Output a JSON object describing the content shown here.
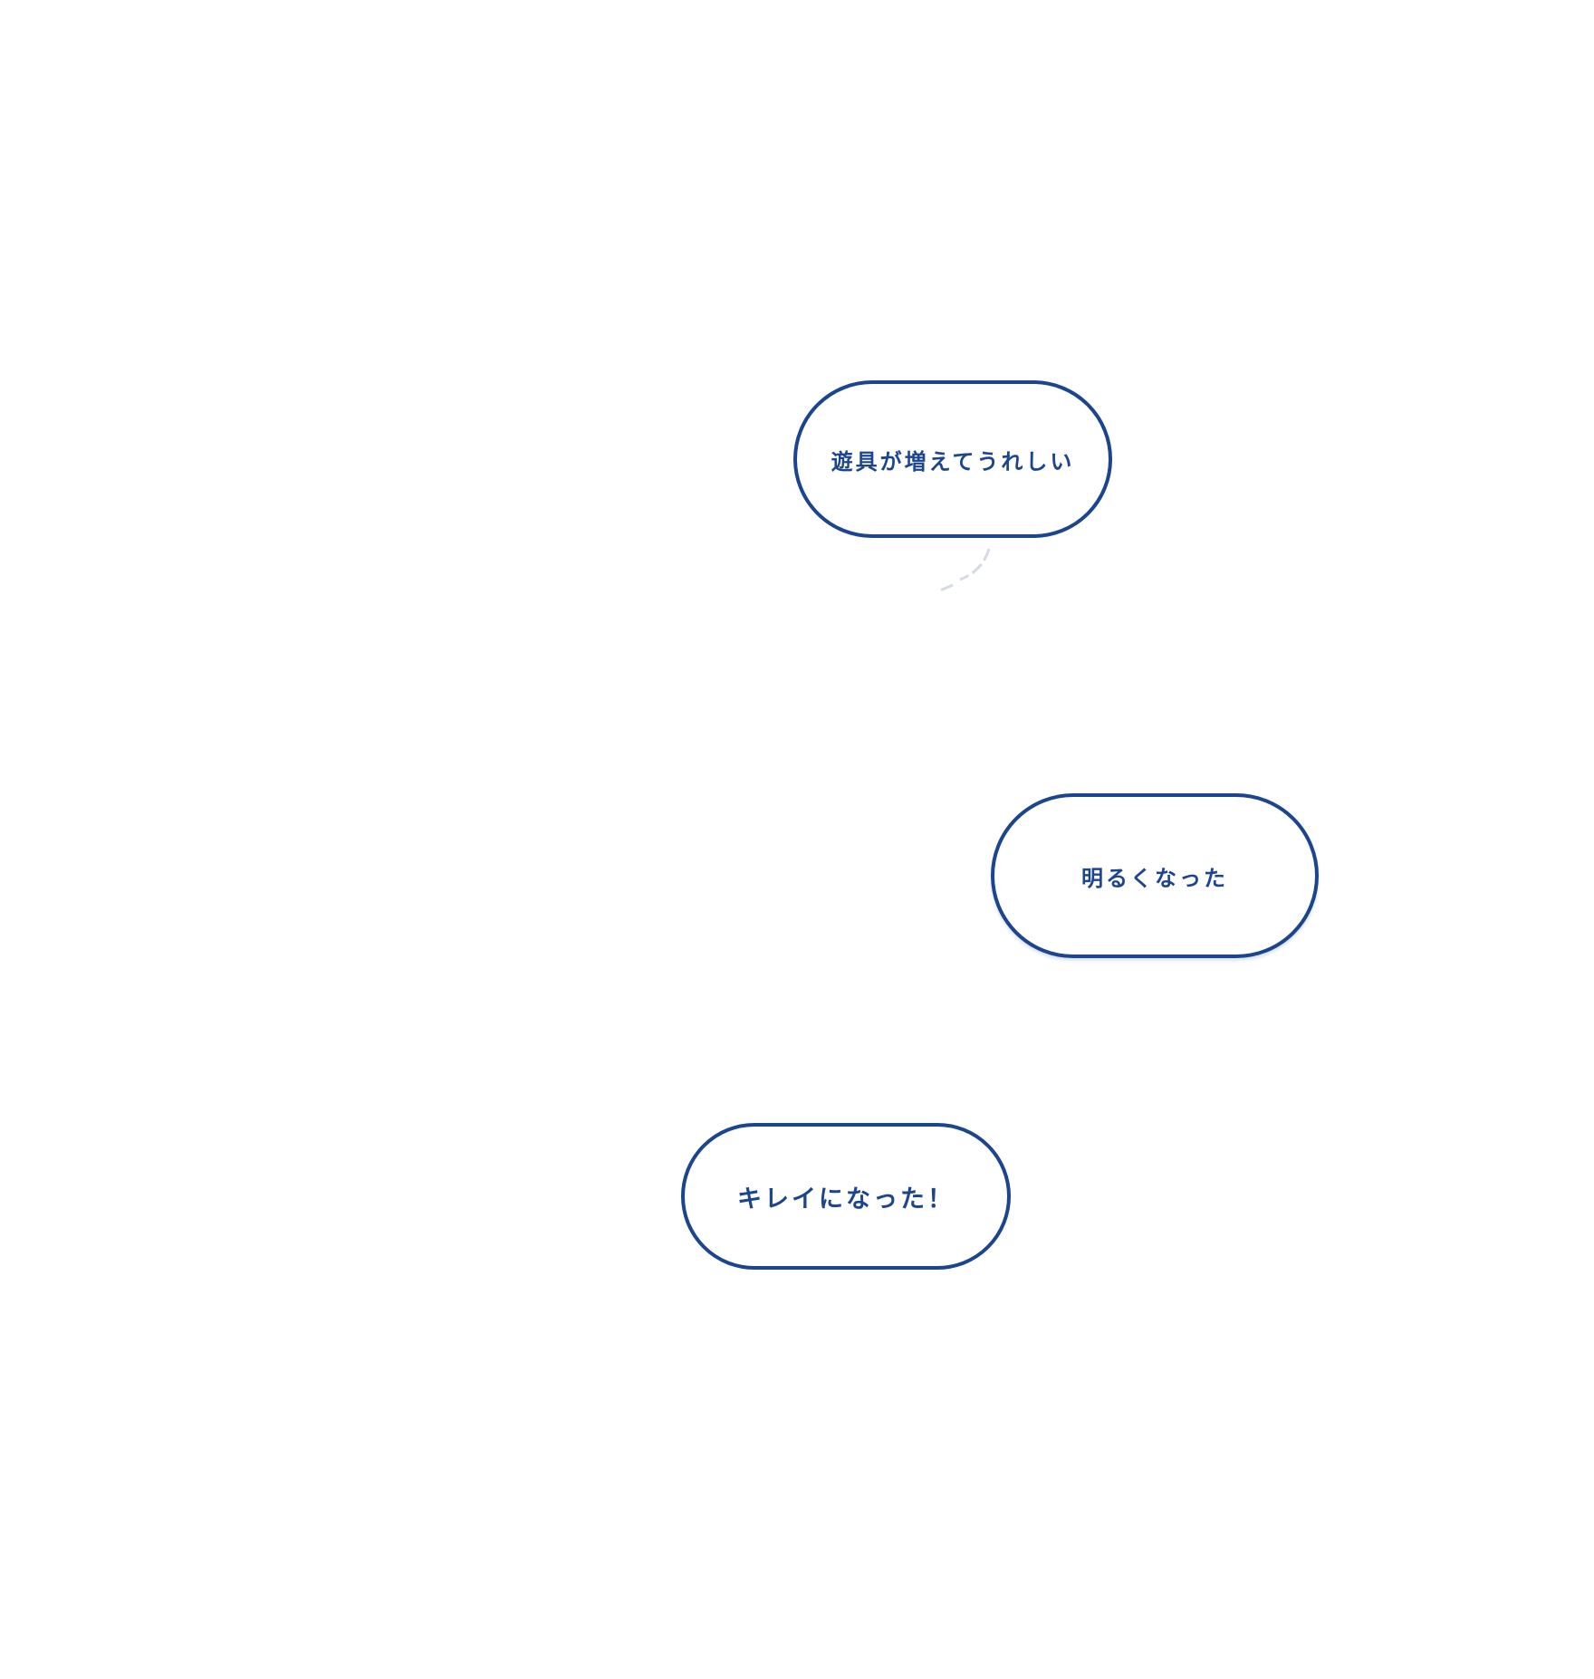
{
  "accent_color": "#1c4590",
  "bubbles": [
    {
      "text": "遊具が増えてうれしい"
    },
    {
      "text": "明るくなった"
    },
    {
      "text": "キレイになった！"
    }
  ]
}
